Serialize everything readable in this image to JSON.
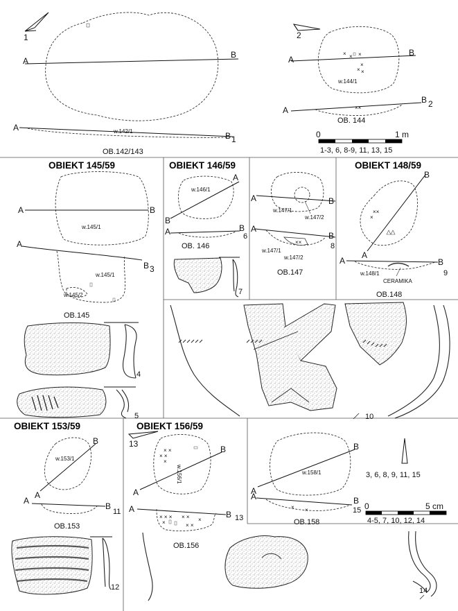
{
  "page": {
    "background": "#ffffff",
    "ink": "#111111"
  },
  "top_left": {
    "north_label": "1",
    "point_a": "A",
    "point_b": "B",
    "section_a": "A",
    "section_b": "B",
    "section_b_sub": "1",
    "layer_label": "w.142/1",
    "caption": "OB.142/143"
  },
  "top_right": {
    "north_label": "2",
    "point_a": "A",
    "point_b": "B",
    "layer_label": "w.144/1",
    "section_a": "A",
    "section_b": "B",
    "section_b_sub": "2",
    "caption": "OB. 144",
    "scale_start": "0",
    "scale_end": "1 m",
    "scale_note": "1-3, 6, 8-9, 11, 13, 15"
  },
  "obj145": {
    "title": "OBIEKT 145/59",
    "point_a": "A",
    "point_b": "B",
    "layer_label": "w.145/1",
    "section_a": "A",
    "section_b": "B",
    "section_b_sub": "3",
    "section_layer_1": "w.145/1",
    "section_layer_2": "w.145/2",
    "caption": "OB.145",
    "fig4": "4",
    "fig5": "5"
  },
  "obj146": {
    "title": "OBIEKT 146/59",
    "point_a": "A",
    "point_b": "B",
    "layer_label": "w.146/1",
    "section_a": "A",
    "section_b": "B",
    "fig_number": "6",
    "caption": "OB. 146",
    "fig7": "7"
  },
  "obj147": {
    "point_a": "A",
    "point_b": "B",
    "layer_label_1": "w.147/1",
    "layer_label_2": "w.147/2",
    "section_a": "A",
    "section_b": "B",
    "fig_number": "8",
    "section_layer_1": "w.147/1",
    "section_layer_2": "w.147/2",
    "caption": "OB.147"
  },
  "obj148": {
    "title": "OBIEKT 148/59",
    "point_a": "A",
    "point_b": "B",
    "section_a": "A",
    "section_b": "B",
    "fig_number": "9",
    "section_layer": "w.148/1",
    "ceramics_label": "CERAMIKA",
    "caption": "OB.148",
    "fig10": "10"
  },
  "obj153": {
    "title": "OBIEKT 153/59",
    "point_a": "A",
    "point_b": "B",
    "layer_label": "w.153/1",
    "section_a": "A",
    "section_b": "B",
    "fig_number": "11",
    "caption": "OB.153",
    "fig12": "12"
  },
  "obj156": {
    "title": "OBIEKT 156/59",
    "north_label": "13",
    "point_a": "A",
    "point_b": "B",
    "layer_label": "w.156/1",
    "section_a": "A",
    "section_b": "B",
    "fig_number": "13",
    "caption": "OB.156"
  },
  "obj158": {
    "point_a": "A",
    "point_b": "B",
    "layer_label": "w.158/1",
    "section_a": "A",
    "section_b": "B",
    "fig_number": "15",
    "caption": "OB.158",
    "north_note": "3, 6, 8, 9, 11, 15",
    "scale_start": "0",
    "scale_end": "5 cm",
    "scale_note": "4-5, 7, 10, 12, 14",
    "fig14": "14"
  }
}
